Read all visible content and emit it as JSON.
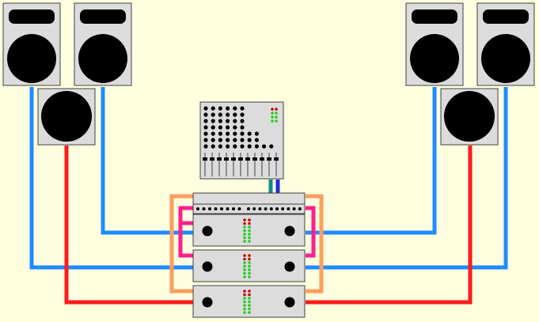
{
  "colors": {
    "background": "#ffffe0",
    "blue": "#1e8cff",
    "red": "#ff1a1a",
    "orange": "#ff9e5e",
    "pink": "#ff1e8c",
    "teal": "#138a8a",
    "navy": "#1d2bd6",
    "device_fill": "#dcdcdc",
    "device_stroke": "#404040",
    "black": "#000000",
    "led_red": "#cc0000",
    "led_green": "#22cc22"
  },
  "components": {
    "speakers_top": [
      "top-speaker-left-1",
      "top-speaker-left-2",
      "top-speaker-right-1",
      "top-speaker-right-2"
    ],
    "subwoofers": [
      "subwoofer-left",
      "subwoofer-right"
    ],
    "mixer": "mixing-console",
    "rack": [
      "signal-processor",
      "amplifier-1",
      "amplifier-2",
      "amplifier-3"
    ]
  }
}
